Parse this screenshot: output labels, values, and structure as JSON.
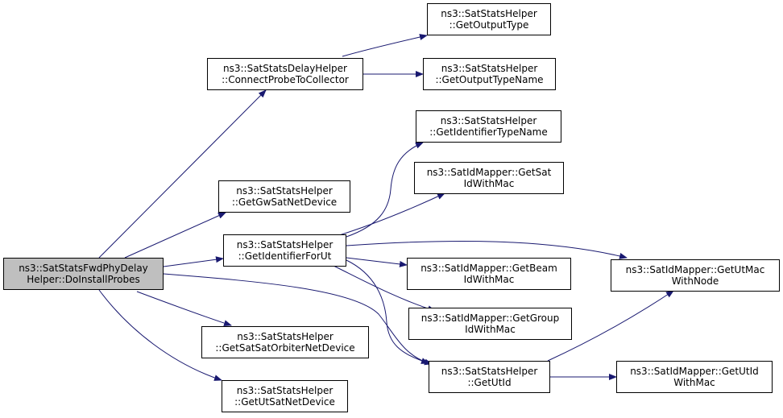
{
  "colors": {
    "edge": "#191970",
    "node_border": "#000000",
    "root_fill": "#bfbfbf",
    "node_fill": "#ffffff"
  },
  "nodes": {
    "root": {
      "line1": "ns3::SatStatsFwdPhyDelay",
      "line2": "Helper::DoInstallProbes"
    },
    "connect": {
      "line1": "ns3::SatStatsDelayHelper",
      "line2": "::ConnectProbeToCollector"
    },
    "outtype": {
      "line1": "ns3::SatStatsHelper",
      "line2": "::GetOutputType"
    },
    "outtypename": {
      "line1": "ns3::SatStatsHelper",
      "line2": "::GetOutputTypeName"
    },
    "idtypename": {
      "line1": "ns3::SatStatsHelper",
      "line2": "::GetIdentifierTypeName"
    },
    "satid": {
      "line1": "ns3::SatIdMapper::GetSat",
      "line2": "IdWithMac"
    },
    "gwsat": {
      "line1": "ns3::SatStatsHelper",
      "line2": "::GetGwSatNetDevice"
    },
    "idforut": {
      "line1": "ns3::SatStatsHelper",
      "line2": "::GetIdentifierForUt"
    },
    "beamid": {
      "line1": "ns3::SatIdMapper::GetBeam",
      "line2": "IdWithMac"
    },
    "utmacnode": {
      "line1": "ns3::SatIdMapper::GetUtMac",
      "line2": "WithNode"
    },
    "groupid": {
      "line1": "ns3::SatIdMapper::GetGroup",
      "line2": "IdWithMac"
    },
    "satorbiter": {
      "line1": "ns3::SatStatsHelper",
      "line2": "::GetSatSatOrbiterNetDevice"
    },
    "getutid": {
      "line1": "ns3::SatStatsHelper",
      "line2": "::GetUtId"
    },
    "utidmac": {
      "line1": "ns3::SatIdMapper::GetUtId",
      "line2": "WithMac"
    },
    "utsat": {
      "line1": "ns3::SatStatsHelper",
      "line2": "::GetUtSatNetDevice"
    }
  }
}
